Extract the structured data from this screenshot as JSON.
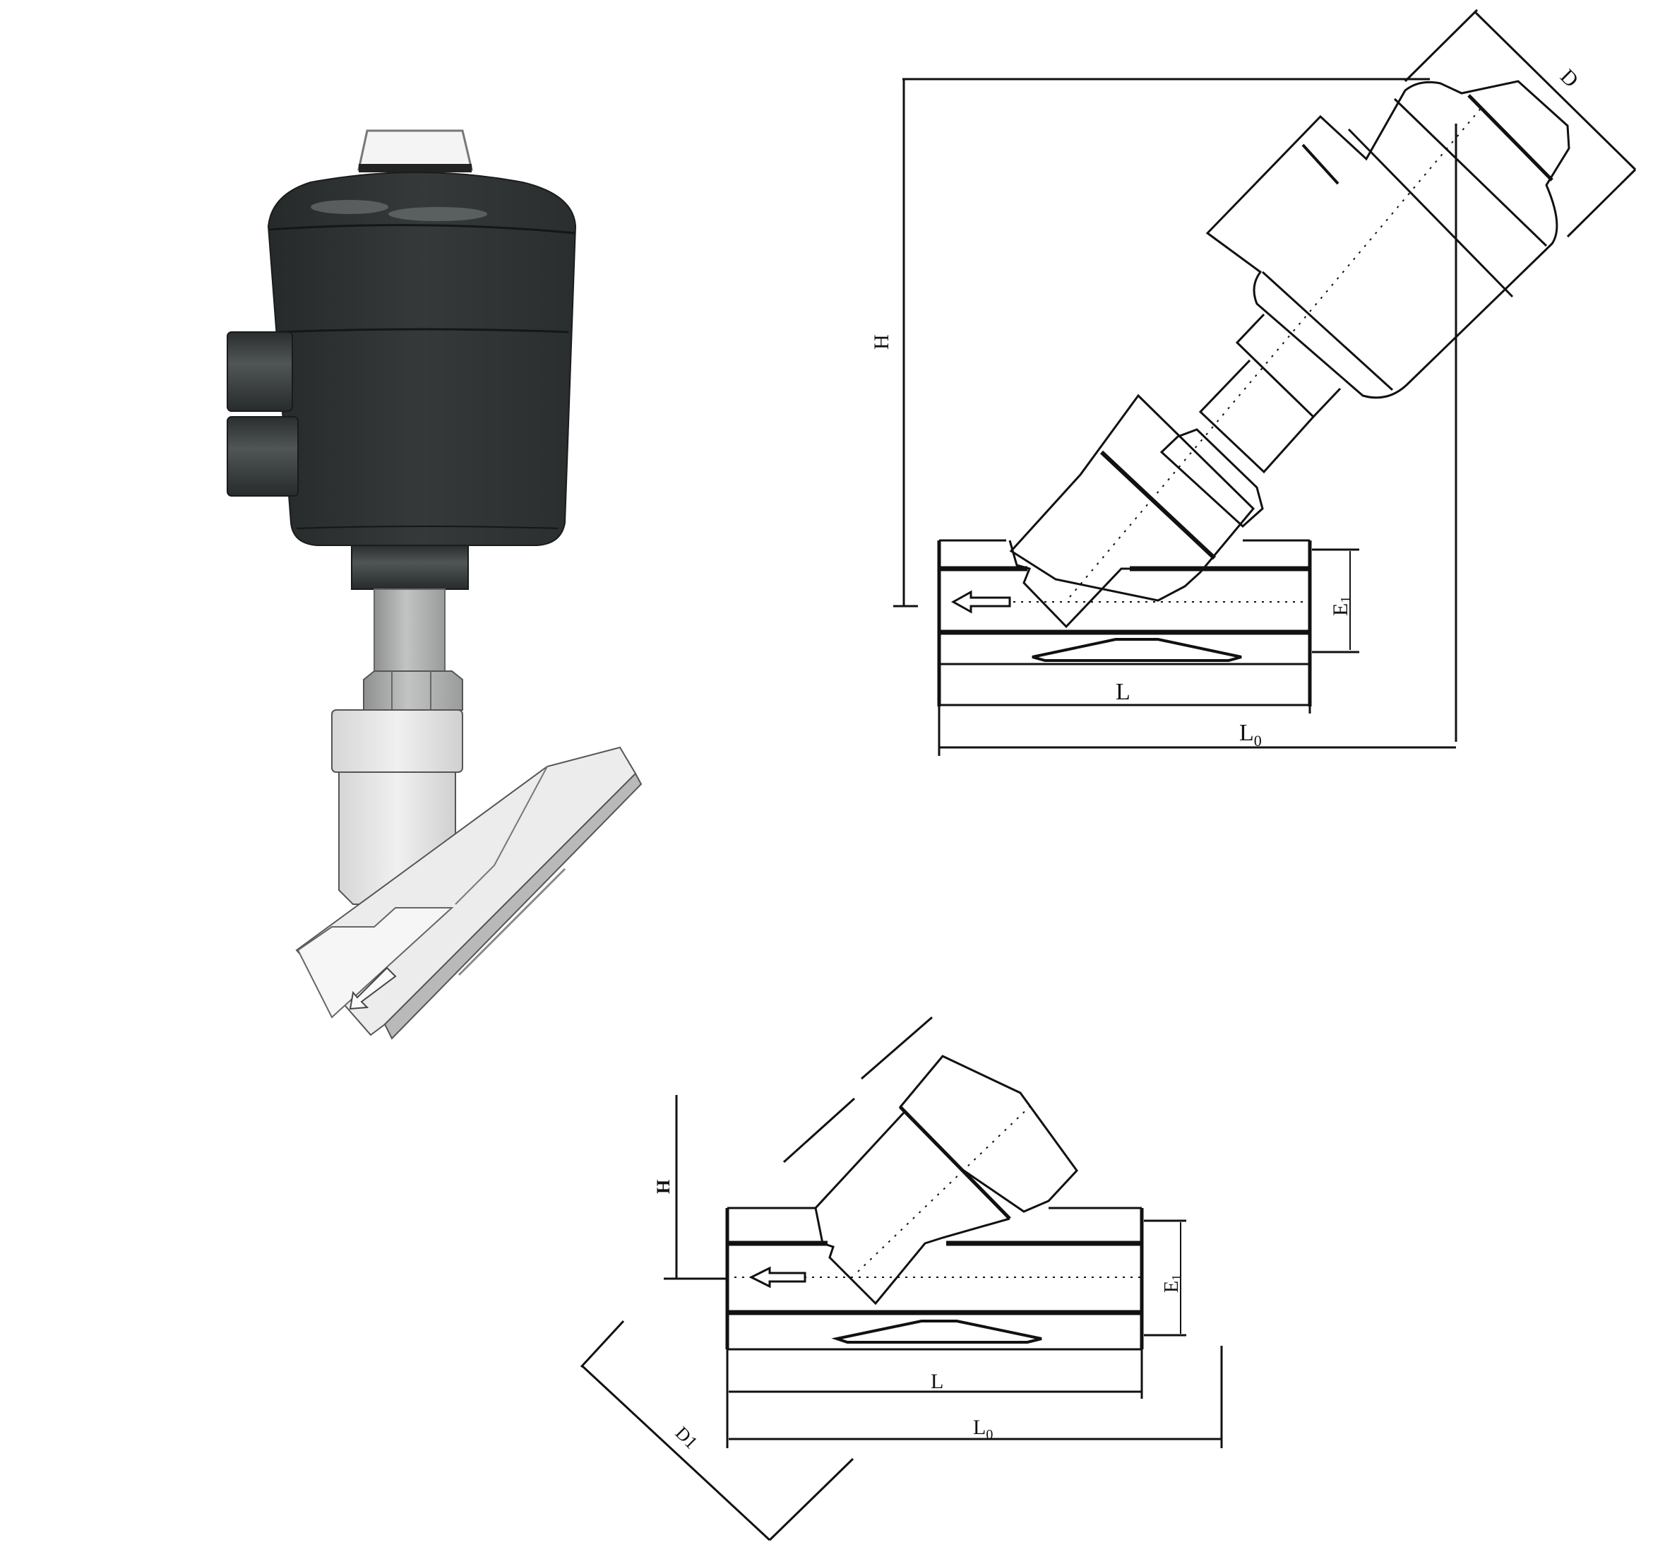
{
  "figure": {
    "subject": "Pneumatic angle seat valve",
    "colors": {
      "actuator_body": "#2e3232",
      "actuator_highlight": "#5a5f5f",
      "indicator_cap": "#f2f2f2",
      "stem": "#a9abaa",
      "valve_body": "#e4e4e4",
      "valve_shadow": "#b9b9b9",
      "line": "#111111",
      "background": "#ffffff"
    }
  },
  "render_view": {
    "name": "3D render",
    "flow_arrow": "arrow-left-down"
  },
  "drawing_large": {
    "name": "Large actuator elevation",
    "labels": {
      "height": "H",
      "diameter": "D",
      "port_size": "E",
      "port_size_sub": "1",
      "length": "L",
      "overall_length": "L",
      "overall_length_sub": "0"
    },
    "flow_arrow": "arrow-left"
  },
  "drawing_small": {
    "name": "Small actuator elevation",
    "labels": {
      "height": "H",
      "diameter": "D1",
      "port_size": "E",
      "port_size_sub": "1",
      "length": "L",
      "overall_length": "L",
      "overall_length_sub": "0"
    },
    "flow_arrow": "arrow-left"
  }
}
